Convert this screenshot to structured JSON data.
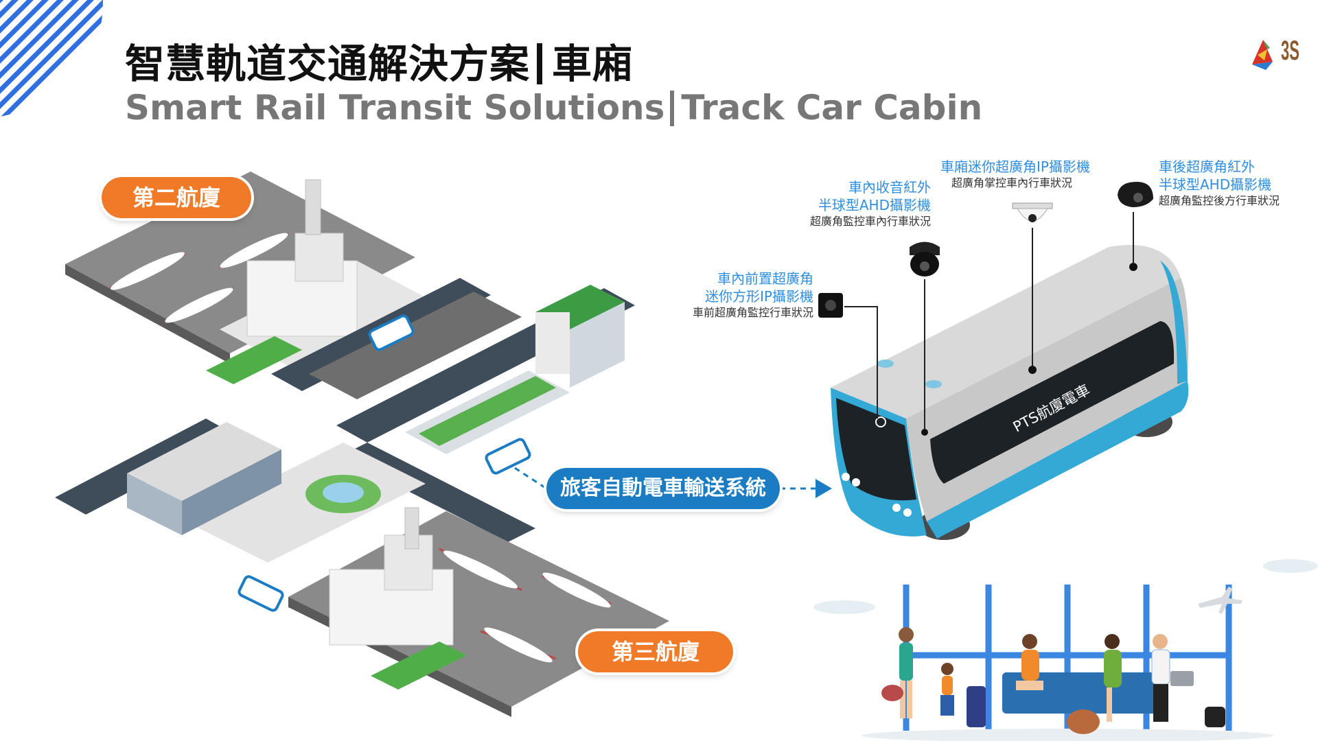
{
  "title": {
    "chinese_main": "智慧軌道交通解決方案",
    "chinese_sub": "車廂",
    "english_main": "Smart Rail Transit Solutions",
    "english_sub": "Track Car Cabin"
  },
  "logo": {
    "text": "3S"
  },
  "terminals": {
    "t2": "第二航廈",
    "t3": "第三航廈"
  },
  "system_label": "旅客自動電車輸送系統",
  "train_label": "PTS航廈電車",
  "cameras": [
    {
      "title_lines": [
        "車內前置超廣角",
        "迷你方形IP攝影機"
      ],
      "desc": "車前超廣角監控行車狀況",
      "icon": "square-mini-camera-icon"
    },
    {
      "title_lines": [
        "車內收音紅外",
        "半球型AHD攝影機"
      ],
      "desc": "超廣角監控車內行車狀況",
      "icon": "dome-camera-icon"
    },
    {
      "title_lines": [
        "車廂迷你超廣角IP攝影機"
      ],
      "desc": "超廣角掌控車內行車狀況",
      "icon": "ceiling-dome-camera-icon"
    },
    {
      "title_lines": [
        "車後超廣角紅外",
        "半球型AHD攝影機"
      ],
      "desc": "超廣角監控後方行車狀況",
      "icon": "rear-dome-camera-icon"
    }
  ],
  "colors": {
    "accent_blue": "#1b7cc4",
    "label_blue": "#2f8ee0",
    "orange": "#f07a27",
    "train_cyan": "#34a9d6"
  }
}
